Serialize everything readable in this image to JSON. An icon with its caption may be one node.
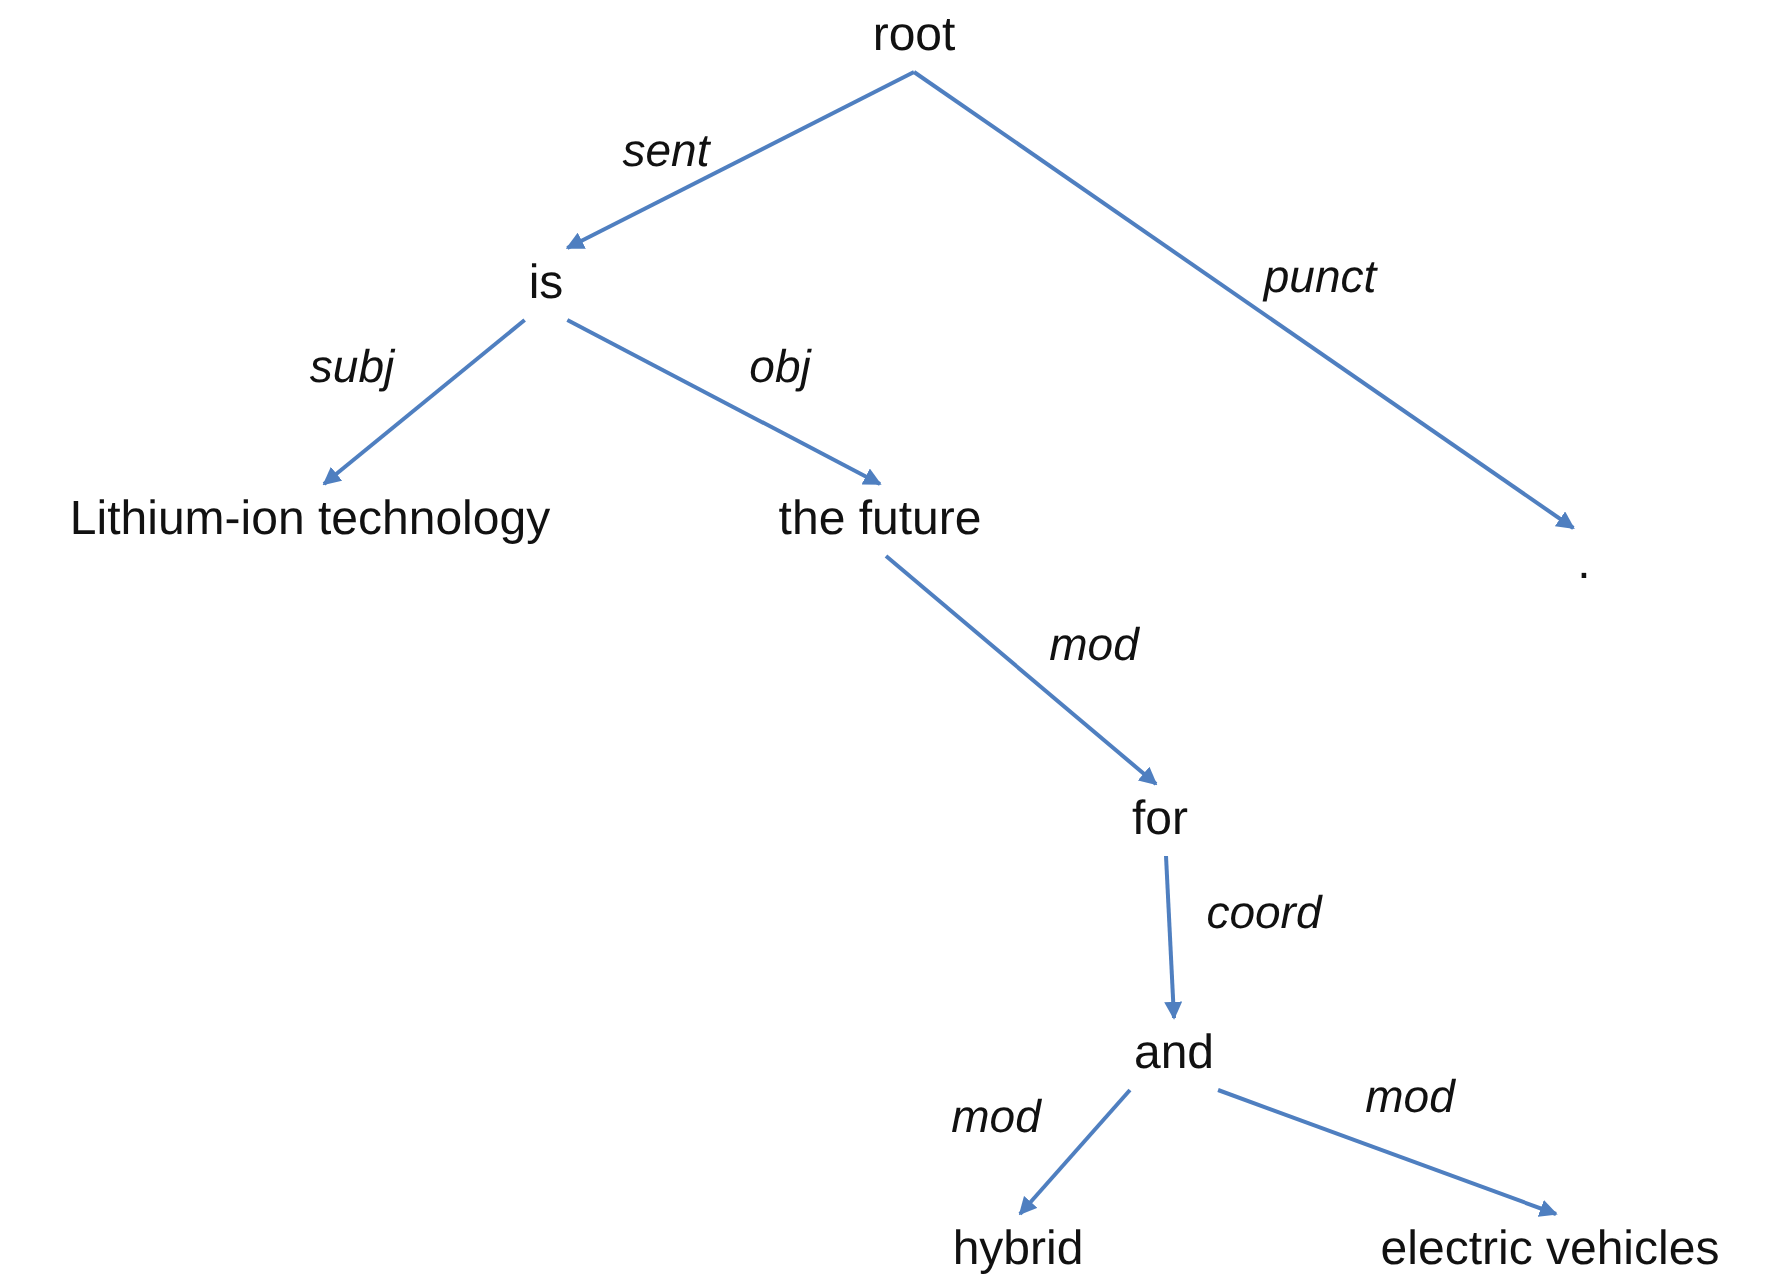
{
  "diagram": {
    "nodes": [
      {
        "text": [
          "root"
        ]
      },
      {
        "text": [
          "is"
        ]
      },
      {
        "text": [
          "Lithium-ion technology"
        ]
      },
      {
        "text": [
          "the future"
        ]
      },
      {
        "text": [
          "."
        ]
      },
      {
        "text": [
          "for"
        ]
      },
      {
        "text": [
          "and"
        ]
      },
      {
        "text": [
          "hybrid"
        ]
      },
      {
        "text": [
          "electric vehicles"
        ]
      }
    ],
    "edges": [
      {
        "from": 0,
        "to": 1,
        "arrow": "to",
        "label": "sent"
      },
      {
        "from": 0,
        "to": 4,
        "arrow": "to",
        "label": "punct"
      },
      {
        "from": 1,
        "to": 2,
        "arrow": "to",
        "label": "subj"
      },
      {
        "from": 1,
        "to": 3,
        "arrow": "to",
        "label": "obj"
      },
      {
        "from": 3,
        "to": 5,
        "arrow": "to",
        "label": "mod"
      },
      {
        "from": 5,
        "to": 6,
        "arrow": "to",
        "label": "coord"
      },
      {
        "from": 6,
        "to": 7,
        "arrow": "to",
        "label": "mod"
      },
      {
        "from": 6,
        "to": 8,
        "arrow": "to",
        "label": "mod"
      }
    ]
  }
}
